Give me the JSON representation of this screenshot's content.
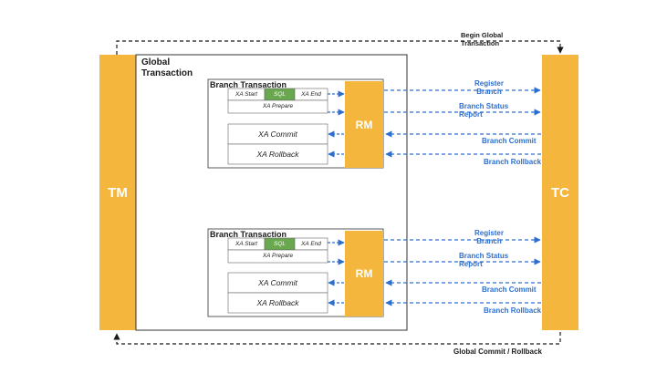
{
  "tm": {
    "label": "TM"
  },
  "tc": {
    "label": "TC"
  },
  "global_transaction": {
    "label": "Global Transaction"
  },
  "begin_global_transaction": "Begin Global Transaction",
  "global_commit_rollback": "Global Commit / Rollback",
  "branches": [
    {
      "title": "Branch Transaction",
      "xa_start": "XA Start",
      "sql": "SQL",
      "xa_end": "XA End",
      "xa_prepare": "XA Prepare",
      "xa_commit": "XA Commit",
      "xa_rollback": "XA Rollback",
      "rm": "RM",
      "register_branch": "Register Branch",
      "branch_status_report": "Branch Status Report",
      "branch_commit": "Branch Commit",
      "branch_rollback": "Branch Rollback"
    },
    {
      "title": "Branch Transaction",
      "xa_start": "XA Start",
      "sql": "SQL",
      "xa_end": "XA End",
      "xa_prepare": "XA Prepare",
      "xa_commit": "XA Commit",
      "xa_rollback": "XA Rollback",
      "rm": "RM",
      "register_branch": "Register Branch",
      "branch_status_report": "Branch Status Report",
      "branch_commit": "Branch Commit",
      "branch_rollback": "Branch Rollback"
    }
  ],
  "colors": {
    "bar": "#f4b63c",
    "sql": "#6aa84f",
    "arrow": "#2d6fcf",
    "line": "#1a1a1a"
  }
}
